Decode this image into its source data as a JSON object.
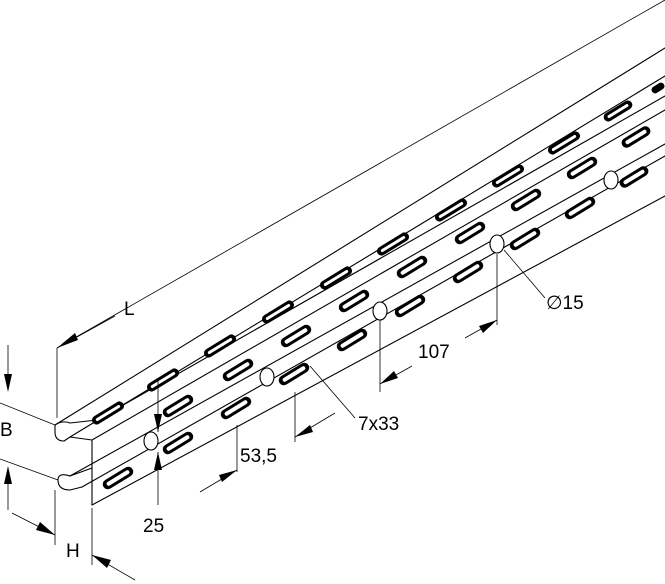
{
  "labels": {
    "length": "L",
    "width": "B",
    "height": "H",
    "hole_diameter": "∅15",
    "hole_pitch": "107",
    "slot_size": "7x33",
    "slot_pitch": "53,5",
    "edge_offset": "25"
  }
}
